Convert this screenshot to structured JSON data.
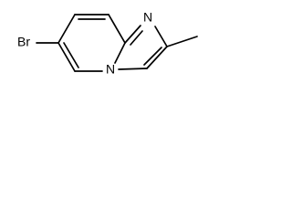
{
  "atoms": {
    "bromine": "Br",
    "imidazole_nitrogen": "N",
    "bridgehead_nitrogen": "N"
  },
  "colors": {
    "bond": "#000000",
    "background": "#ffffff"
  }
}
